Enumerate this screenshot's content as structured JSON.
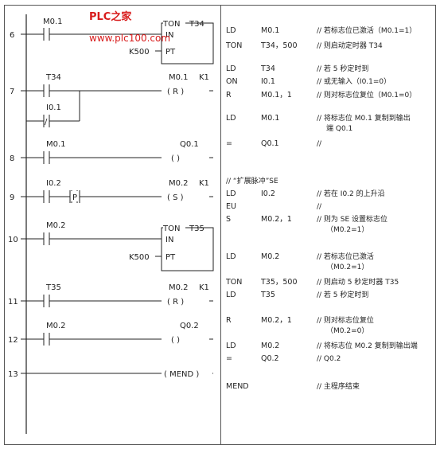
{
  "watermark": {
    "brand": "PLC之家",
    "url": "www.plc100.com"
  },
  "rungs": [
    {
      "number": "6",
      "contacts": [
        "M0.1"
      ],
      "box": {
        "name": "TON",
        "timer": "T34",
        "in": "IN",
        "pt": "PT",
        "preset": "K500"
      }
    },
    {
      "number": "7",
      "contacts": [
        "T34",
        "I0.1",
        "/"
      ],
      "coil": {
        "op": "M0.1",
        "count": "K1",
        "type": "( R )"
      }
    },
    {
      "number": "8",
      "contacts": [
        "M0.1"
      ],
      "coil": {
        "op": "Q0.1",
        "type": "( )"
      }
    },
    {
      "number": "9",
      "contacts": [
        "I0.2",
        "P"
      ],
      "coil": {
        "op": "M0.2",
        "count": "K1",
        "type": "( S )"
      }
    },
    {
      "number": "10",
      "contacts": [
        "M0.2"
      ],
      "box": {
        "name": "TON",
        "timer": "T35",
        "in": "IN",
        "pt": "PT",
        "preset": "K500"
      }
    },
    {
      "number": "11",
      "contacts": [
        "T35"
      ],
      "coil": {
        "op": "M0.2",
        "count": "K1",
        "type": "( R )"
      }
    },
    {
      "number": "12",
      "contacts": [
        "M0.2"
      ],
      "coil": {
        "op": "Q0.2",
        "type": "( )"
      }
    },
    {
      "number": "13",
      "coil": {
        "type": "( MEND )"
      }
    }
  ],
  "stl": [
    {
      "ins": "LD",
      "op": "M0.1",
      "comment": "// 若标志位已激活（M0.1=1）"
    },
    {
      "ins": "TON",
      "op": "T34，500",
      "comment": "// 则启动定时器 T34"
    },
    {
      "ins": "LD",
      "op": "T34",
      "comment": "// 若 5 秒定时到"
    },
    {
      "ins": "ON",
      "op": "I0.1",
      "comment": "// 或无输入（I0.1=0）"
    },
    {
      "ins": "R",
      "op": "M0.1，1",
      "comment": "// 则对标志位复位（M0.1=0）"
    },
    {
      "ins": "LD",
      "op": "M0.1",
      "comment": "// 将标志位 M0.1 复制到输出",
      "comment2": "端 Q0.1"
    },
    {
      "ins": "=",
      "op": "Q0.1",
      "comment": "//"
    },
    {
      "ins": "",
      "op": "",
      "comment": "// “扩展脉冲”SE"
    },
    {
      "ins": "LD",
      "op": "I0.2",
      "comment": "// 若在 I0.2 的上升沿"
    },
    {
      "ins": "EU",
      "op": "",
      "comment": "//"
    },
    {
      "ins": "S",
      "op": "M0.2，1",
      "comment": "// 则为 SE 设置标志位",
      "comment2": "（M0.2=1）"
    },
    {
      "ins": "LD",
      "op": "M0.2",
      "comment": "// 若标志位已激活",
      "comment2": "（M0.2=1）"
    },
    {
      "ins": "TON",
      "op": "T35，500",
      "comment": "// 则启动 5 秒定时器 T35"
    },
    {
      "ins": "LD",
      "op": "T35",
      "comment": "// 若 5 秒定时到"
    },
    {
      "ins": "R",
      "op": "M0.2，1",
      "comment": "// 则对标志位复位",
      "comment2": "（M0.2=0）"
    },
    {
      "ins": "LD",
      "op": "M0.2",
      "comment": "// 将标志位 M0.2 复制到输出端"
    },
    {
      "ins": "=",
      "op": "Q0.2",
      "comment": "// Q0.2"
    },
    {
      "ins": "MEND",
      "op": "",
      "comment": "// 主程序结束"
    }
  ]
}
